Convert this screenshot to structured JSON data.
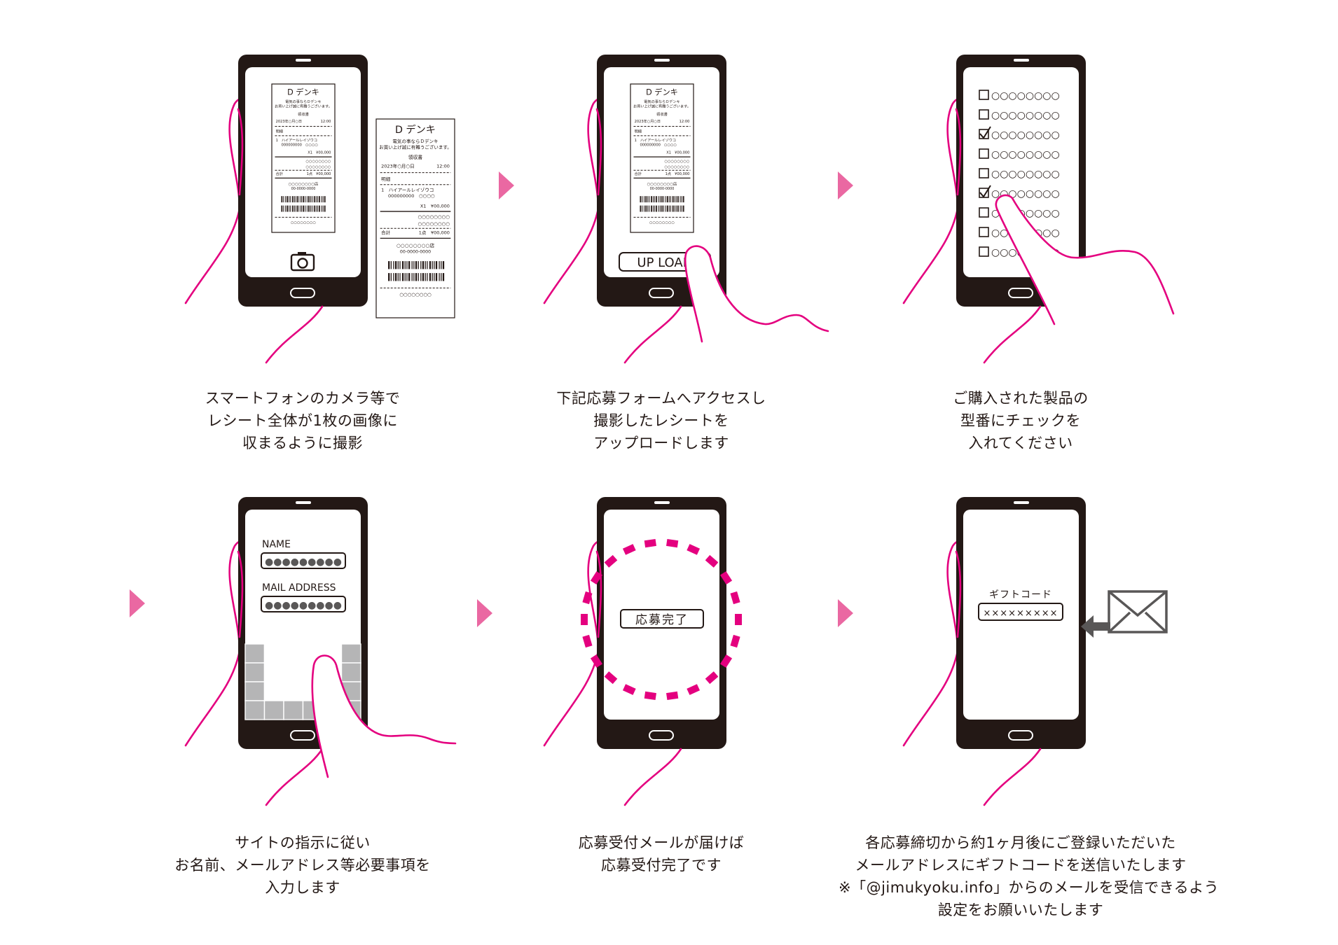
{
  "colors": {
    "phone": "#231815",
    "screen": "#ffffff",
    "hand": "#e4007f",
    "arrow": "#ea68a2",
    "gray_key": "#b5b5b6",
    "light_key": "#ffffff",
    "text": "#231815",
    "mail": "#595757",
    "dots": "#595757"
  },
  "receipt": {
    "shop": "D デンキ",
    "tagline1": "電気の事ならＤデンキ",
    "tagline2": "お買い上げ誠に有難うございます。",
    "doc": "領収書",
    "date": "2023年○月○日",
    "time": "12:00",
    "detail": "明細",
    "item": "1　ハイアールレイゾウコ",
    "code": "000000000　○○○○",
    "qty": "X1　¥00,000",
    "circles": "○○○○○○○○",
    "total_label": "合計",
    "total_qty": "1点　¥00,000",
    "shop_line": "○○○○○○○○店",
    "tel": "00-0000-0000"
  },
  "steps": [
    {
      "id": 1,
      "caption": [
        "スマートフォンのカメラ等で",
        "レシート全体が1枚の画像に",
        "収まるように撮影"
      ],
      "screen": "receipt-camera",
      "icon": "camera-icon"
    },
    {
      "id": 2,
      "caption": [
        "下記応募フォームへアクセスし",
        "撮影したレシートを",
        "アップロードします"
      ],
      "screen": "receipt-upload",
      "button": "UP LOAD"
    },
    {
      "id": 3,
      "caption": [
        "ご購入された製品の",
        "型番にチェックを",
        "入れてください"
      ],
      "screen": "checklist",
      "items": [
        "○○○○○○○○",
        "○○○○○○○○",
        "○○○○○○○○",
        "○○○○○○○○",
        "○○○○○○○○",
        "○○○○○○○○",
        "○○○○○○○○",
        "○○○○○○○○",
        "○○○○○○○○"
      ],
      "checked": [
        2,
        5
      ]
    },
    {
      "id": 4,
      "caption": [
        "サイトの指示に従い",
        "お名前、メールアドレス等必要事項を",
        "入力します"
      ],
      "screen": "form",
      "name_label": "NAME",
      "mail_label": "MAIL ADDRESS",
      "dots": "●●●●●●●●●"
    },
    {
      "id": 5,
      "caption": [
        "応募受付メールが届けば",
        "応募受付完了です"
      ],
      "screen": "complete",
      "badge": "応募完了"
    },
    {
      "id": 6,
      "caption": [
        "各応募締切から約1ヶ月後にご登録いただいた",
        "メールアドレスにギフトコードを送信いたします",
        "※「@jimukyoku.info」からのメールを受信できるよう",
        "設定をお願いいたします"
      ],
      "screen": "gift",
      "gift_label": "ギフトコード",
      "gift_code": "×××××××××",
      "icon": "envelope-icon"
    }
  ]
}
